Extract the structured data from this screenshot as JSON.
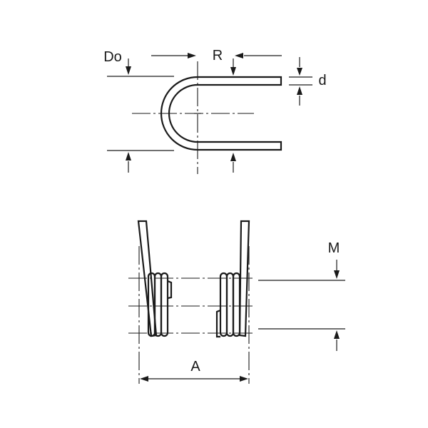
{
  "labels": {
    "outer_diameter": "Do",
    "radius": "R",
    "wire_diameter": "d",
    "leg_offset": "M",
    "overall_width": "A"
  }
}
